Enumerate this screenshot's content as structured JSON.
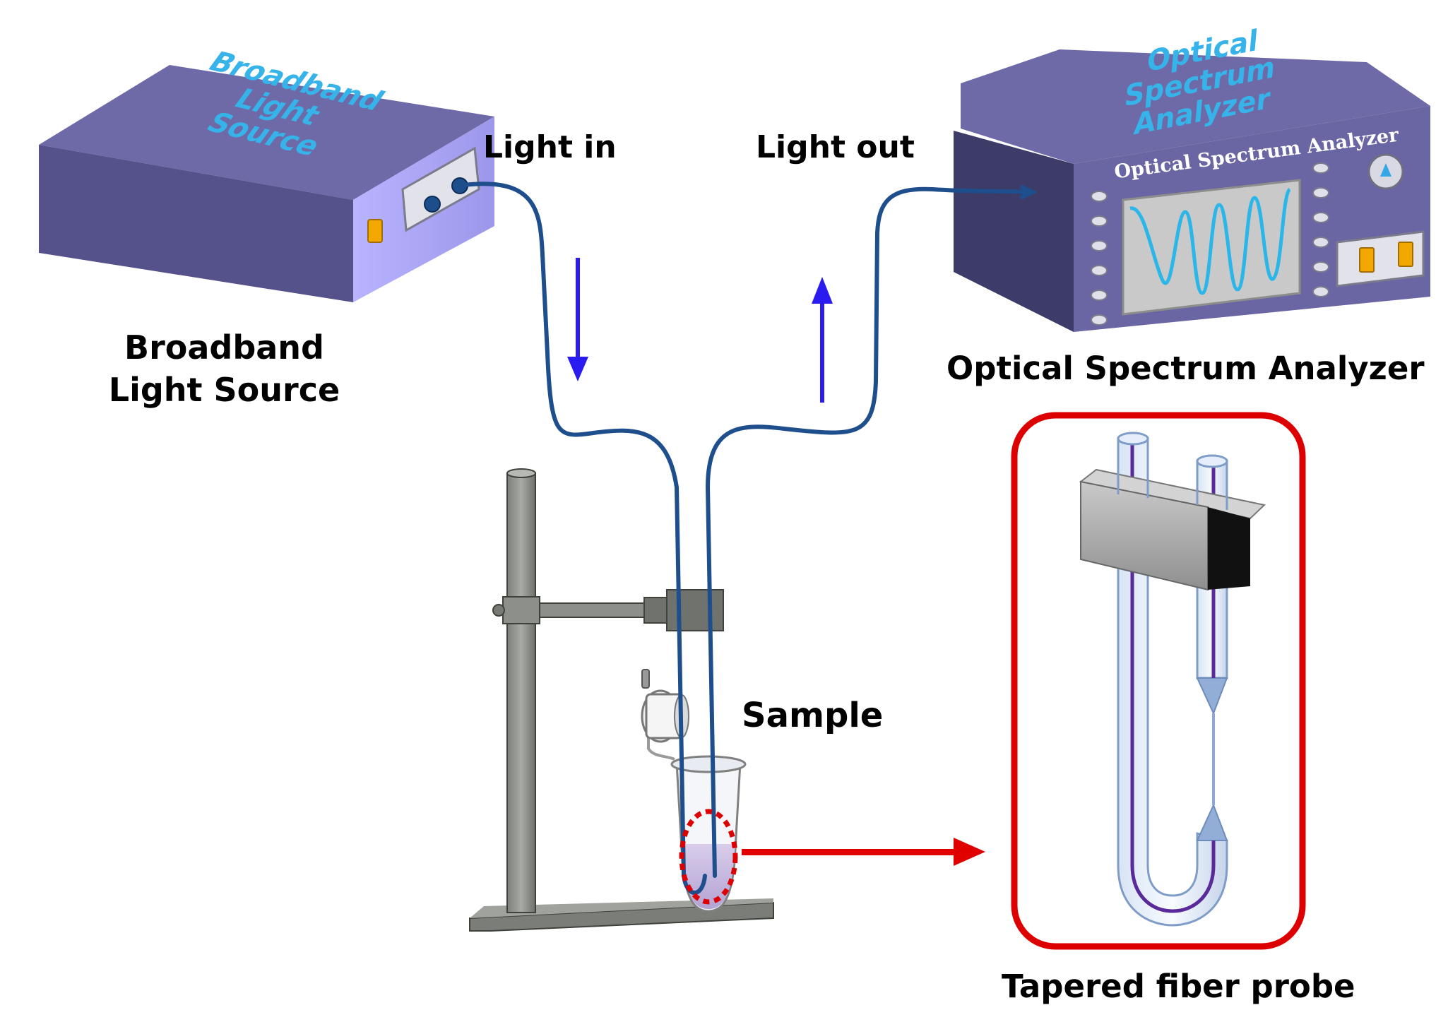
{
  "labels": {
    "light_in": "Light in",
    "light_out": "Light out",
    "source_line1": "Broadband",
    "source_line2": "Light Source",
    "analyzer": "Optical Spectrum Analyzer",
    "sample": "Sample",
    "probe": "Tapered fiber probe"
  },
  "device_text": {
    "source_top_1": "Broadband",
    "source_top_2": "Light",
    "source_top_3": "Source",
    "analyzer_top_1": "Optical",
    "analyzer_top_2": "Spectrum",
    "analyzer_top_3": "Analyzer",
    "analyzer_panel": "Optical Spectrum Analyzer"
  },
  "colors": {
    "device_top": "#6e6aa8",
    "device_front": "#55518a",
    "device_side": "#a9a4f0",
    "fiber": "#1e4f8c",
    "flow_arrow": "#2a1cf0",
    "pointer_arrow": "#e00000",
    "inset_border": "#dc0000",
    "device_text": "#36b4ea",
    "screen_wave": "#2bb6ea",
    "switch": "#f2a800"
  },
  "icons": {
    "knob": "knob-icon",
    "switch": "toggle-switch-icon"
  }
}
